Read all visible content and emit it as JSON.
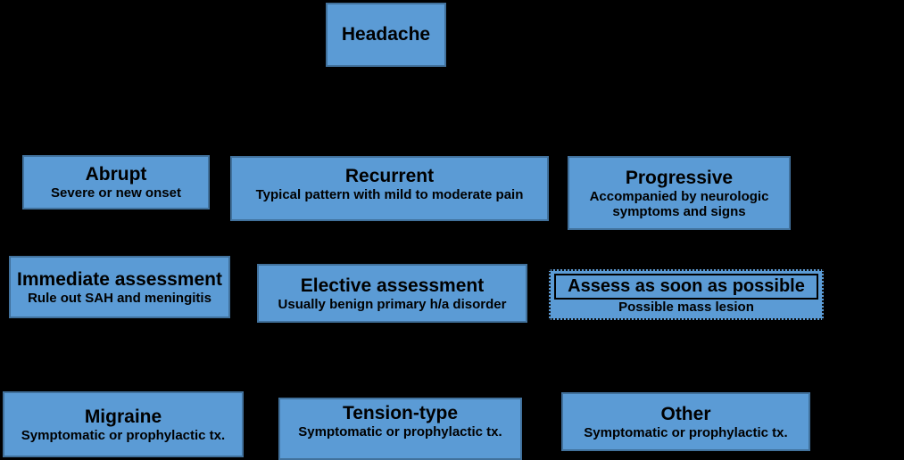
{
  "diagram": {
    "type": "flowchart",
    "topic": "Headache evaluation and management"
  },
  "colors": {
    "background": "#000000",
    "node_fill": "#5B9BD5",
    "node_border": "#41719C",
    "text": "#000000",
    "selection_dotted_border": "#0d0d0d",
    "title_frame_border": "#000000"
  },
  "nodes": {
    "headache": {
      "title": "Headache"
    },
    "abrupt": {
      "title": "Abrupt",
      "subtitle": "Severe or new onset"
    },
    "recurrent": {
      "title": "Recurrent",
      "subtitle": "Typical pattern with mild to moderate pain"
    },
    "progressive": {
      "title": "Progressive",
      "subtitle": "Accompanied by neurologic symptoms and signs"
    },
    "immediate": {
      "title": "Immediate assessment",
      "subtitle": "Rule out SAH and meningitis"
    },
    "elective": {
      "title": "Elective assessment",
      "subtitle": "Usually benign primary h/a disorder"
    },
    "assess": {
      "title": "Assess as soon as possible",
      "subtitle": "Possible mass lesion"
    },
    "migraine": {
      "title": "Migraine",
      "subtitle": "Symptomatic or prophylactic tx."
    },
    "tension": {
      "title": "Tension-type",
      "subtitle": "Symptomatic or prophylactic tx."
    },
    "other": {
      "title": "Other",
      "subtitle": "Symptomatic or prophylactic tx."
    }
  }
}
